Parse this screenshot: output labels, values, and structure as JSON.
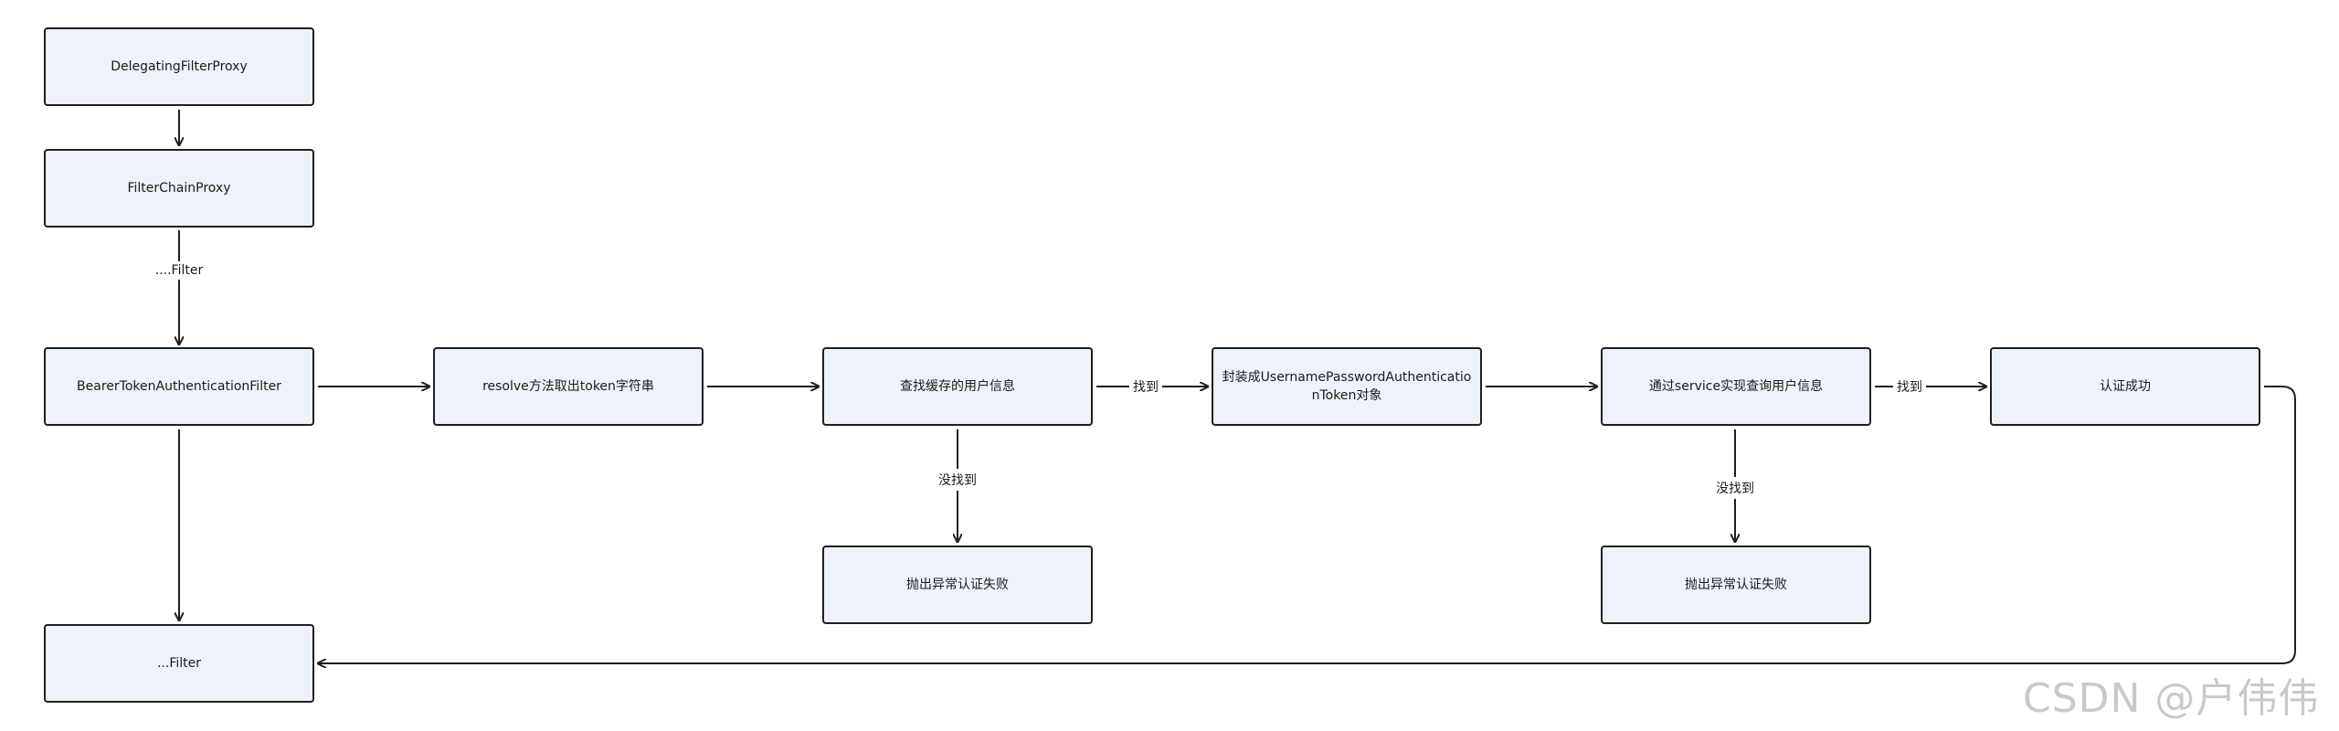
{
  "nodes": {
    "delegating": "DelegatingFilterProxy",
    "chainproxy": "FilterChainProxy",
    "bearer": "BearerTokenAuthenticationFilter",
    "resolve": "resolve方法取出token字符串",
    "cache": "查找缓存的用户信息",
    "wrap": "封装成UsernamePasswordAuthenticationToken对象",
    "service": "通过service实现查询用户信息",
    "success": "认证成功",
    "fail1": "抛出异常认证失败",
    "fail2": "抛出异常认证失败",
    "filter_end": "...Filter"
  },
  "edge_labels": {
    "chain_to_bearer": "....Filter",
    "cache_found": "找到",
    "cache_notfound": "没找到",
    "service_found": "找到",
    "service_notfound": "没找到"
  },
  "watermark": "CSDN @户伟伟"
}
